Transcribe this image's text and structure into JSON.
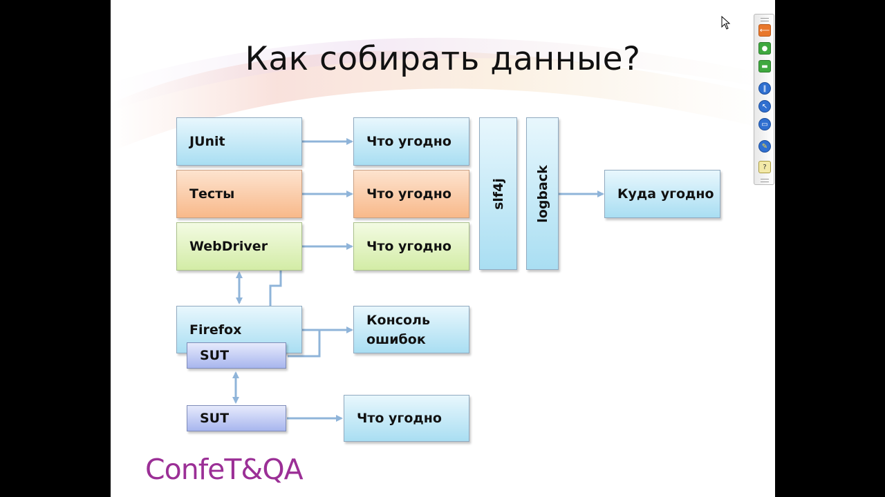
{
  "slide": {
    "title": "Как собирать данные?",
    "logo": "ConfeT&QA"
  },
  "boxes": {
    "junit": "JUnit",
    "tests": "Тесты",
    "webdriver": "WebDriver",
    "firefox": "Firefox",
    "sut_firefox": "SUT",
    "sut": "SUT",
    "any1": "Что угодно",
    "any2": "Что угодно",
    "any3": "Что угодно",
    "any4": "Что угодно",
    "console_line1": "Консоль",
    "console_line2": "ошибок",
    "slf4j": "slf4j",
    "logback": "logback",
    "anywhere": "Куда угодно"
  },
  "colors": {
    "blue": "#a9def2",
    "orange": "#f8b98a",
    "green": "#d3eca6",
    "violet": "#a8b6ee",
    "arrow": "#8fb4d9",
    "logo": "#9b2f96"
  },
  "toolbar": {
    "buttons": [
      "back-icon",
      "microphone-icon",
      "screen-icon",
      "pause-icon",
      "pointer-icon",
      "chat-icon",
      "pen-icon",
      "help-icon"
    ]
  }
}
